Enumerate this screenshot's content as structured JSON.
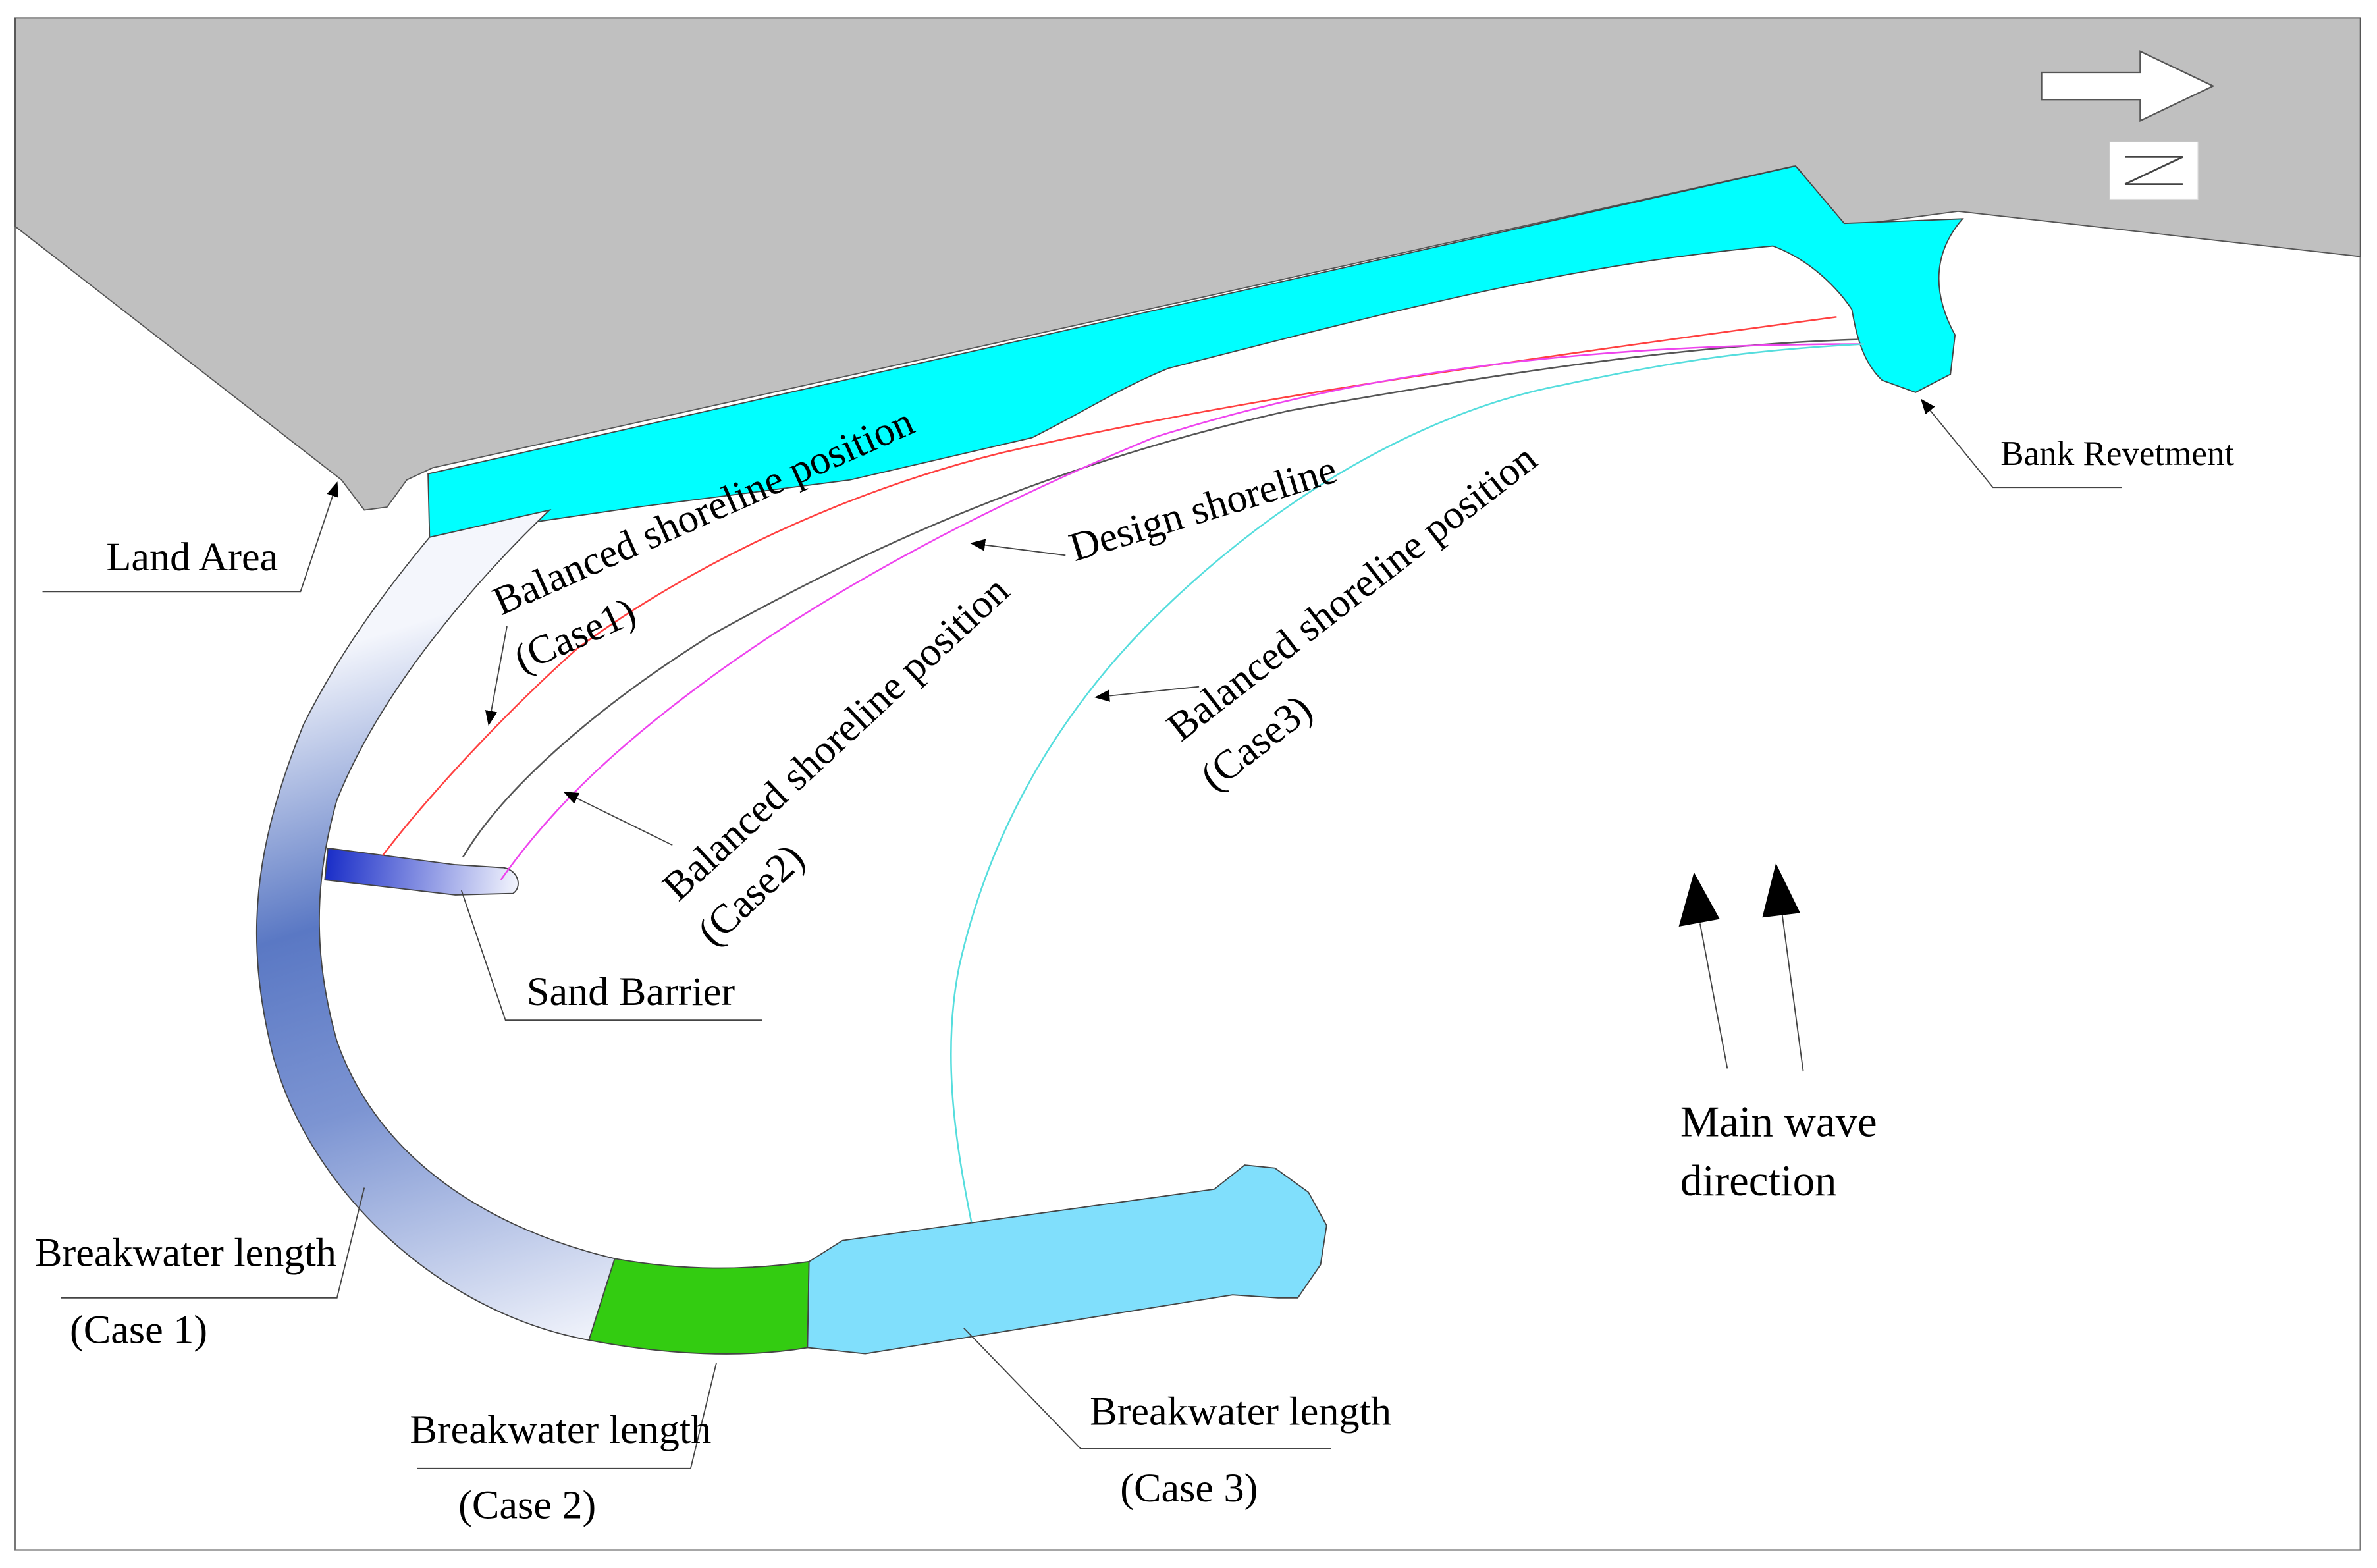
{
  "labels": {
    "land_area": "Land Area",
    "bank_revetment": "Bank Revetment",
    "design_shoreline": "Design shoreline",
    "balanced_case1_line1": "Balanced shoreline position",
    "balanced_case1_line2": "(Case1)",
    "balanced_case2_line1": "Balanced shoreline position",
    "balanced_case2_line2": "(Case2)",
    "balanced_case3_line1": "Balanced shoreline position",
    "balanced_case3_line2": "(Case3)",
    "sand_barrier": "Sand Barrier",
    "main_wave_line1": "Main wave",
    "main_wave_line2": "direction",
    "breakwater_case1_line1": "Breakwater length",
    "breakwater_case1_line2": "(Case 1)",
    "breakwater_case2_line1": "Breakwater length",
    "breakwater_case2_line2": "(Case 2)",
    "breakwater_case3_line1": "Breakwater length",
    "breakwater_case3_line2": "(Case 3)",
    "north_symbol": "N"
  },
  "colors": {
    "land": "#c0c0c0",
    "reclamation": "#00ffff",
    "breakwater_case1_dark": "#5a78c4",
    "breakwater_case1_light": "#f4f6fc",
    "breakwater_case2": "#33cc11",
    "breakwater_case3": "#80dffc",
    "sand_barrier_dark": "#1a2ec8",
    "shoreline_case1": "#ff4040",
    "shoreline_case2": "#ee44ee",
    "shoreline_case3": "#55dddd",
    "design_shoreline": "#555555"
  }
}
